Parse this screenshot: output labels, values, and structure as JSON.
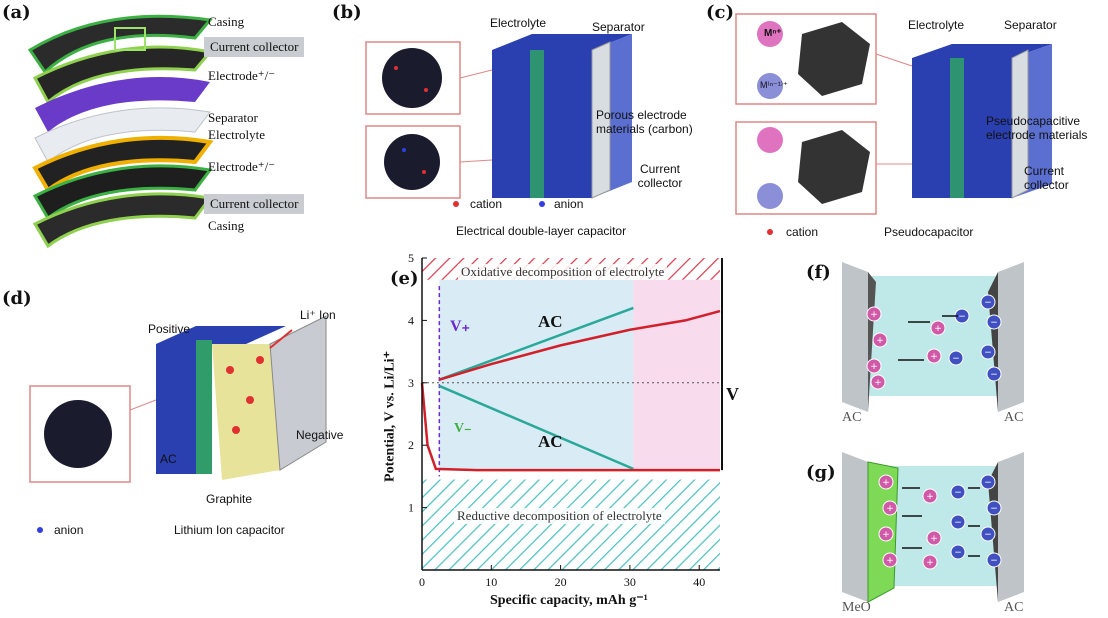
{
  "panels": {
    "a": {
      "tag": "(a)",
      "labels": [
        "Casing",
        "Current collector",
        "Electrode⁺/⁻",
        "Separator",
        "Electrolyte",
        "Electrode⁺/⁻",
        "Current collector",
        "Casing"
      ]
    },
    "b": {
      "tag": "(b)",
      "electrolyte": "Electrolyte",
      "separator": "Separator",
      "porous": "Porous electrode materials (carbon)",
      "collector": "Current collector",
      "legend_cation": "cation",
      "legend_anion": "anion",
      "caption": "Electrical double-layer capacitor"
    },
    "c": {
      "tag": "(c)",
      "electrolyte": "Electrolyte",
      "separator": "Separator",
      "pseudo_material": "Pseudocapacitive electrode materials",
      "collector": "Current collector",
      "ion_top": "Mⁿ⁺",
      "ion_bottom": "M⁽ⁿ⁻¹⁾⁺",
      "legend_cation": "cation",
      "caption": "Pseudocapacitor"
    },
    "d": {
      "tag": "(d)",
      "positive": "Positive",
      "li_ion": "Li⁺ Ion",
      "ac": "AC",
      "negative": "Negative",
      "graphite": "Graphite",
      "legend_anion": "anion",
      "caption": "Lithium Ion capacitor"
    },
    "e": {
      "tag": "(e)",
      "oxidative": "Oxidative decomposition of electrolyte",
      "reductive": "Reductive decomposition of electrolyte",
      "v_plus": "V₊",
      "v_minus": "V₋",
      "v_right": "V",
      "ac_top": "AC",
      "ac_bottom": "AC"
    },
    "f": {
      "tag": "(f)",
      "left": "AC",
      "right": "AC"
    },
    "g": {
      "tag": "(g)",
      "left": "MeO",
      "right": "AC"
    }
  },
  "chart_data": {
    "type": "line",
    "xlabel": "Specific capacity, mAh g⁻¹",
    "ylabel": "Potential, V vs. Li/Li⁺",
    "xlim": [
      0,
      43
    ],
    "ylim": [
      0,
      5
    ],
    "xticks": [
      0,
      10,
      20,
      30,
      40
    ],
    "yticks": [
      1,
      2,
      3,
      4,
      5
    ],
    "grid": false,
    "series": [
      {
        "name": "AC",
        "color": "#2aa89a",
        "x": [
          2.5,
          30.5
        ],
        "y": [
          3.05,
          4.2
        ]
      },
      {
        "name": "AC",
        "color": "#2aa89a",
        "x": [
          2.5,
          30.5
        ],
        "y": [
          2.95,
          1.62
        ]
      },
      {
        "color": "#d21f2a",
        "x": [
          0,
          0.8,
          2,
          8,
          20,
          30,
          35,
          43
        ],
        "y": [
          3.0,
          2.0,
          1.62,
          1.6,
          1.6,
          1.6,
          1.6,
          1.6
        ]
      },
      {
        "color": "#d21f2a",
        "x": [
          2.5,
          10,
          20,
          30,
          38,
          43
        ],
        "y": [
          3.05,
          3.3,
          3.6,
          3.85,
          4.0,
          4.15
        ]
      }
    ],
    "annotations": {
      "dotted_line_y": 3.0,
      "oxidative_band": [
        4.65,
        5.0
      ],
      "reductive_band": [
        0,
        1.45
      ]
    },
    "colors": {
      "red": "#d21f2a",
      "teal": "#2aa89a",
      "pink": "#f6d2e8",
      "blue": "#cfe7f3"
    }
  }
}
